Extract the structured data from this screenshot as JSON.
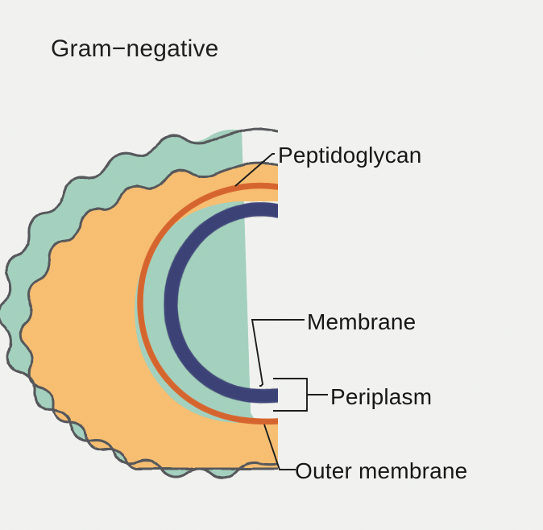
{
  "figure": {
    "title": "Gram−negative",
    "background_color": "#f2f3f0",
    "kind": "hand-drawn schematic cross-section of a bacterial cell envelope"
  },
  "labels": {
    "peptidoglycan": "Peptidoglycan",
    "membrane": "Membrane",
    "periplasm": "Periplasm",
    "outer_membrane": "Outer membrane"
  },
  "layers": [
    {
      "name": "outer-membrane-layer",
      "label": "Outer membrane",
      "color": "#9ecdb9",
      "outline_color": "#55575a",
      "description": "outermost wavy teal band"
    },
    {
      "name": "periplasm-layer",
      "label": "Periplasm",
      "color": "#f7b96c",
      "outline_color": "#55575a",
      "description": "orange band between outer membrane and inner membrane"
    },
    {
      "name": "peptidoglycan-line",
      "label": "Peptidoglycan",
      "color": "#d4622c",
      "description": "thin red-orange arc within the orange periplasm band"
    },
    {
      "name": "inner-membrane-layer",
      "label": "Membrane",
      "color": "#3b4285",
      "outline_color": "#3a3c49",
      "description": "dark navy inner arc lining the cytoplasm"
    }
  ],
  "colors": {
    "teal": "#9ecdb9",
    "orange": "#f7b96c",
    "red": "#d4622c",
    "navy": "#3b4285",
    "outline": "#55575a",
    "ink": "#141414",
    "paper": "#f2f3f0"
  }
}
